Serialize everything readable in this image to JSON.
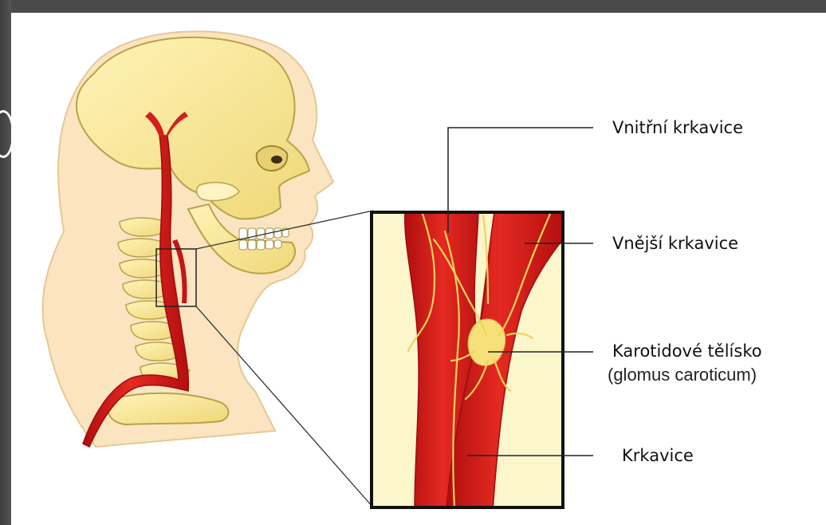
{
  "labels": {
    "internal_carotid": "Vnitřní krkavice",
    "external_carotid": "Vnější krkavice",
    "carotid_body": "Karotidové tělísko",
    "carotid_body_latin": "(glomus caroticum)",
    "common_carotid": "Krkavice"
  },
  "colors": {
    "bone": "#f4e49a",
    "bone_outline": "#b8a24a",
    "skin": "#fbe6c4",
    "artery": "#d91a1a",
    "artery_dark": "#a80f0f",
    "nerve": "#f2d35a",
    "inset_background": "#fbf6cc"
  }
}
